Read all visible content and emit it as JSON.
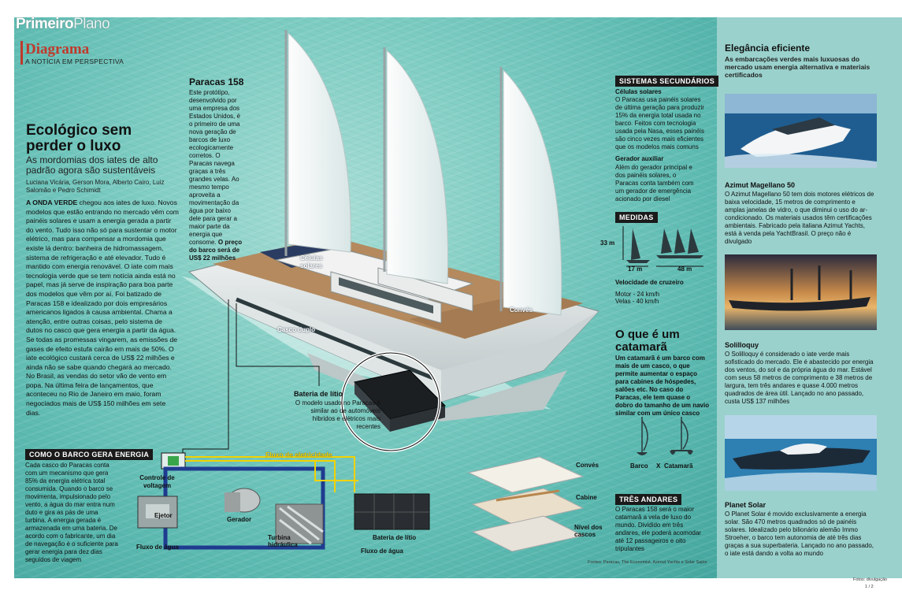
{
  "header": {
    "brand_bold": "Primeiro",
    "brand_thin": "Plano",
    "section": "Diagrama",
    "section_sub": "A NOTÍCIA EM PERSPECTIVA"
  },
  "article": {
    "headline": "Ecológico sem perder o luxo",
    "deck": "As mordomias dos iates de alto padrão agora são sustentáveis",
    "byline": "Luciana Vicária, Gerson Mora, Alberto Cairo, Luiz Salomão e Pedro Schimidt",
    "lead": "A ONDA VERDE",
    "body": " chegou aos iates de luxo. Novos modelos que estão entrando no mercado vêm com painéis solares e usam a energia gerada a partir do vento. Tudo isso não só para sustentar o motor elétrico, mas para compensar a mordomia que existe lá dentro: banheira de hidromassagem, sistema de refrigeração e até elevador. Tudo é mantido com energia renovável. O iate com mais tecnologia verde que se tem notícia ainda está no papel, mas já serve de inspiração para boa parte dos modelos que vêm por aí. Foi batizado de Paracas 158 e idealizado por dois empresários americanos ligados à causa ambiental. Chama a atenção, entre outras coisas, pelo sistema de dutos no casco que gera energia a partir da água. Se todas as promessas vingarem, as emissões de gases de efeito estufa cairão em mais de 50%. O iate ecológico custará cerca de US$ 22 milhões e ainda não se sabe quando chegará ao mercado. No Brasil, as vendas do setor vão de vento em popa. Na última feira de lançamentos, que aconteceu no Rio de Janeiro em maio, foram negociados mais de US$ 150 milhões em sete dias."
  },
  "paracas": {
    "title": "Paracas 158",
    "text": "Este protótipo, desenvolvido por uma empresa dos Estados Unidos, é o primeiro de uma nova geração de barcos de luxo ecologicamente corretos. O Paracas navega graças a três grandes velas. Ao mesmo tempo aproveita a movimentação da água por baixo dele para gerar a maior parte da energia que consome.",
    "price": " O preço do barco será de US$ 22 milhões"
  },
  "boat_labels": {
    "solar": "Células solares",
    "deck": "Convés",
    "hull": "Casco duplo"
  },
  "secondary": {
    "label": "SISTEMAS SECUNDÁRIOS",
    "solar_title": "Células solares",
    "solar_text": "O Paracas usa painéis solares de última geração para produzir 15% da energia total usada no barco. Feitos com tecnologia usada pela Nasa, esses painéis são cinco vezes mais eficientes que os modelos mais comuns",
    "gen_title": "Gerador auxiliar",
    "gen_text": "Além do gerador principal e dos painéis solares, o Paracas conta também com um gerador de emergência acionado por diesel"
  },
  "measures": {
    "label": "MEDIDAS",
    "height": "33 m",
    "width": "17 m",
    "length": "48 m",
    "speed_title": "Velocidade de cruzeiro",
    "motor": "Motor - 24 km/h",
    "sails": "Velas - 40 km/h"
  },
  "catamaran": {
    "title": "O que é um catamarã",
    "text": "Um catamarã é um barco com mais de um casco, o que permite aumentar o espaço para cabines de hóspedes, salões etc. No caso do Paracas, ele tem quase o dobro do tamanho de um navio similar com um único casco",
    "boat": "Barco",
    "x": "X",
    "cat": "Catamarã"
  },
  "floors": {
    "l1": "Convés",
    "l2": "Cabine",
    "l3": "Nível dos cascos",
    "label": "TRÊS ANDARES",
    "text": "O Paracas 158 será o maior catamarã a vela de luxo do mundo. Dividido em três andares, ele poderá acomodar até 12 passageiros e oito tripulantes"
  },
  "battery": {
    "title": "Bateria de lítio",
    "text": "O modelo usado no Paracas é similar ao de automóveis híbridos e elétricos mais recentes"
  },
  "energy": {
    "label": "COMO O BARCO GERA ENERGIA",
    "text": "Cada casco do Paracas conta com um mecanismo que gera 85% da energia elétrica total consumida. Quando o barco se movimenta, impulsionado pelo vento, a água do mar entra num duto e gira as pás de uma turbina. A energia gerada é armazenada em uma bateria. De acordo com o fabricante, um dia de navegação é o suficiente para gerar energia para dez dias seguidos de viagem",
    "flow": "Fluxo de eletricidade",
    "control": "Controle de voltagem",
    "ejector": "Ejetor",
    "generator": "Gerador",
    "turbine": "Turbina hidráulica",
    "battery": "Bateria de lítio",
    "water1": "Fluxo de água",
    "water2": "Fluxo de água"
  },
  "sidebar": {
    "title": "Elegância eficiente",
    "deck": "As embarcações verdes mais luxuosas do mercado usam energia alternativa e materiais certificados",
    "azimut_title": "Azimut Magellano 50",
    "azimut_text": "O Azimut Magellano 50 tem dois motores elétricos de baixa velocidade, 15 metros de comprimento e amplas janelas de vidro, o que diminui o uso do ar-condicionado. Os materiais usados têm certificações ambientais. Fabricado pela italiana Azimut Yachts, está à venda pela YachtBrasil. O preço não é divulgado",
    "soli_title": "Solilloquy",
    "soli_text": "O Solilloquy é considerado o iate verde mais sofisticado do mercado. Ele é abastecido por energia dos ventos, do sol e da própria água do mar. Estável com seus 58 metros de comprimento e 38 metros de largura, tem três andares e quase 4.000 metros quadrados de área útil. Lançado no ano passado, custa US$ 137 milhões",
    "planet_title": "Planet Solar",
    "planet_text": "O Planet Solar é movido exclusivamente a energia solar. São 470 metros quadrados só de painéis solares. Idealizado pelo bilionário alemão Immo Stroeher, o barco tem autonomia de até três dias graças a sua superbateria. Lançado no ano passado, o iate está dando a volta ao mundo"
  },
  "credits": {
    "sources": "Fontes: Paracas, The Economist, Azimut Yachts e Solar Sailor",
    "photos": "Fotos: divulgação",
    "page_code": "1 / 2"
  },
  "colors": {
    "accent_red": "#c0392b",
    "sea": "#7fcdc3",
    "sidebar": "#9ad1cc",
    "flow_yellow": "#f2d200"
  }
}
